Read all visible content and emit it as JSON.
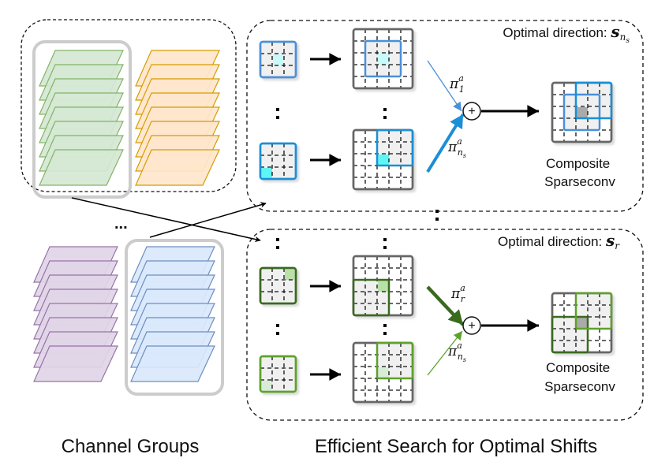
{
  "captions": {
    "left": "Channel Groups",
    "right": "Efficient Search for Optimal Shifts"
  },
  "ellipsis": {
    "horizontal": "...",
    "vertical": ":"
  },
  "top_panel": {
    "direction_label": "Optimal direction: ",
    "direction_symbol": "s",
    "direction_sub": "n",
    "direction_subsub": "s",
    "weight_1_symbol": "π",
    "weight_1_sup": "a",
    "weight_1_sub": "1",
    "weight_2_symbol": "π",
    "weight_2_sup": "a",
    "weight_2_sub": "n",
    "weight_2_subsub": "s",
    "output_label_line1": "Composite",
    "output_label_line2": "Sparseconv",
    "sum_symbol": "+",
    "accent": "#4a90d9",
    "accent_bright": "#1a8fd6",
    "highlight": "#c8fafa"
  },
  "bottom_panel": {
    "direction_label": "Optimal direction: ",
    "direction_symbol": "s",
    "direction_sub": "r",
    "weight_1_symbol": "π",
    "weight_1_sup": "a",
    "weight_1_sub": "r",
    "weight_2_symbol": "π",
    "weight_2_sup": "a",
    "weight_2_sub": "n",
    "weight_2_subsub": "s",
    "output_label_line1": "Composite",
    "output_label_line2": "Sparseconv",
    "sum_symbol": "+",
    "accent_dark": "#3a6a1e",
    "accent_bright": "#5ea22a",
    "highlight": "#b8e0a8"
  },
  "channel_groups": [
    {
      "name": "green",
      "fill": "#d5e8d4",
      "stroke": "#82b366",
      "selected": true
    },
    {
      "name": "orange",
      "fill": "#ffe6cc",
      "stroke": "#d79b00",
      "selected": false
    },
    {
      "name": "purple",
      "fill": "#e1d5e7",
      "stroke": "#9673a6",
      "selected": false
    },
    {
      "name": "blue",
      "fill": "#dae8fc",
      "stroke": "#6c8ebf",
      "selected": true
    }
  ]
}
